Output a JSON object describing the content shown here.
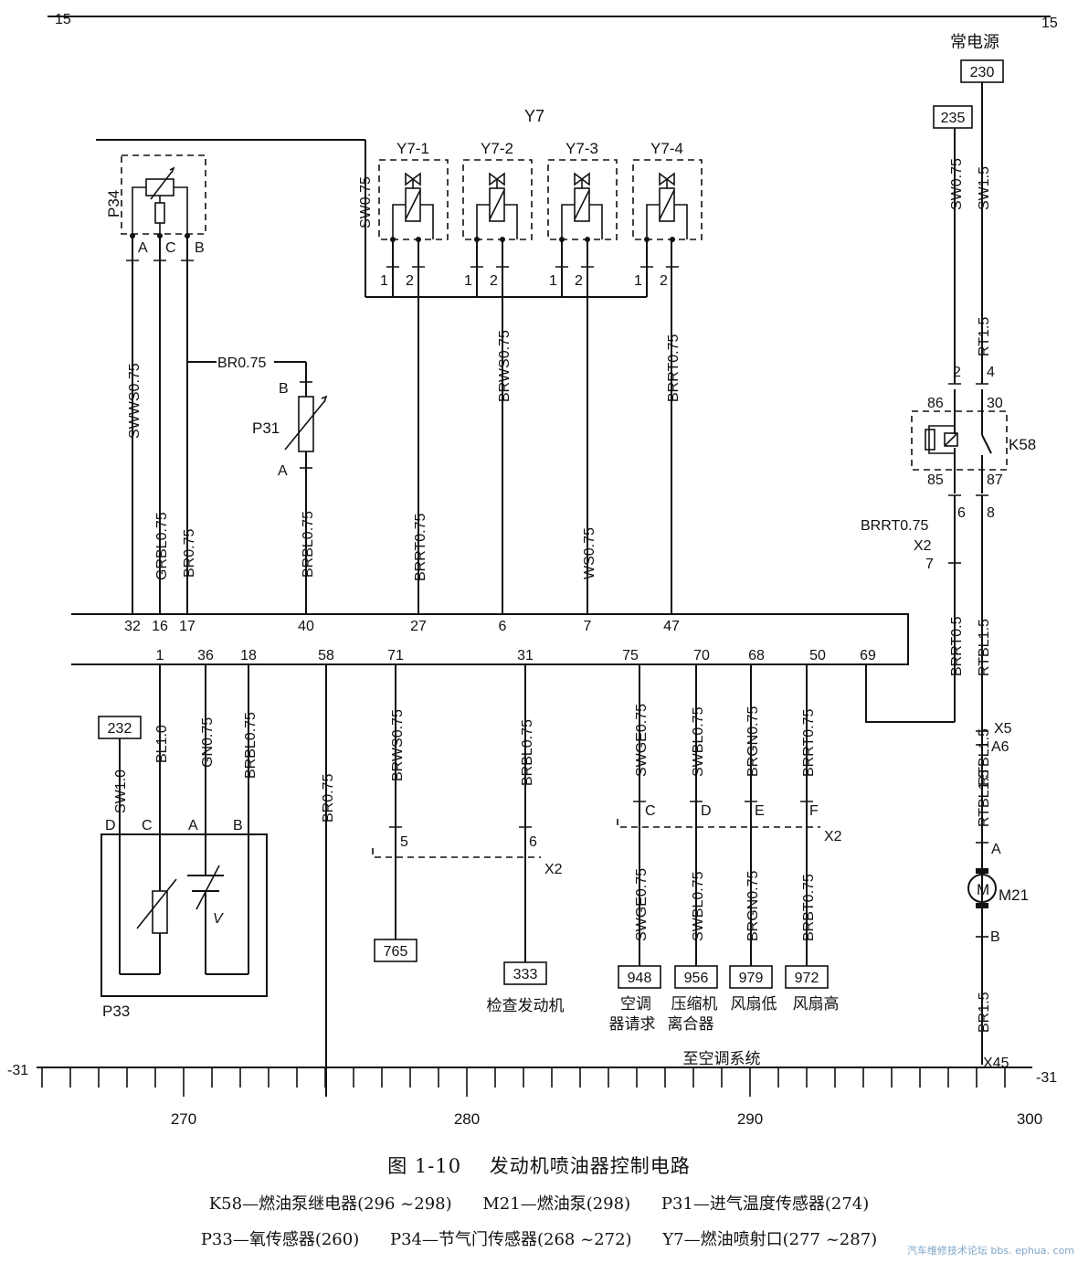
{
  "rails": {
    "top_left": "15",
    "top_right": "15",
    "bottom_left": "-31",
    "bottom_right": "-31"
  },
  "power": {
    "title": "常电源",
    "box_230": "230",
    "box_235": "235"
  },
  "injectors": {
    "group": "Y7",
    "items": [
      "Y7-1",
      "Y7-2",
      "Y7-3",
      "Y7-4"
    ],
    "pin1": "1",
    "pin2": "2"
  },
  "components": {
    "p34": "P34",
    "p31": "P31",
    "k58": "K58",
    "m21": "M21",
    "p33": "P33",
    "motor": "M"
  },
  "p34_pins": {
    "a": "A",
    "c": "C",
    "b": "B"
  },
  "p31_pins": {
    "b": "B",
    "a": "A"
  },
  "k58_pins": {
    "p86": "86",
    "p30": "30",
    "p85": "85",
    "p87": "87",
    "p2": "2",
    "p4": "4",
    "p6": "6",
    "p8": "8",
    "p7": "7"
  },
  "m21_pins": {
    "a": "A",
    "b": "B"
  },
  "p33_pins": {
    "d": "D",
    "c": "C",
    "a": "A",
    "b": "B",
    "v": "V"
  },
  "wires": {
    "sw075": "SW0.75",
    "swws075": "SWWS0.75",
    "br075_h": "BR0.75",
    "grbl075": "GRBL0.75",
    "br075": "BR0.75",
    "brbl075_p31": "BRBL0.75",
    "brrt075_a": "BRRT0.75",
    "brws075_a": "BRWS0.75",
    "ws075": "WS0.75",
    "brrt075_b": "BRRT0.75",
    "sw075_k": "SW0.75",
    "sw15": "SW1.5",
    "rt15": "RT1.5",
    "brrt075_k": "BRRT0.75",
    "brrt05": "BRRT0.5",
    "rtbl15_a": "RTBL1.5",
    "rtbl15_b": "RTBL1.5",
    "rtbl15_c": "RTBL1.5",
    "br15": "BR1.5",
    "sw10": "SW1.0",
    "bl10": "BL1.0",
    "gn075": "GN0.75",
    "brbl075_p33": "BRBL0.75",
    "br075_58": "BR0.75",
    "brws075_b": "BRWS0.75",
    "brbl075_31": "BRBL0.75",
    "swge075": "SWGE0.75",
    "swbl075": "SWBL0.75",
    "brgn075": "BRGN0.75",
    "brrt075_50": "BRRT0.75",
    "swge075_l": "SWGE0.75",
    "swbl075_l": "SWBL0.75",
    "brgn075_l": "BRGN0.75",
    "brbt075_l": "BRBT0.75"
  },
  "ecu_top_pins": [
    "32",
    "16",
    "17",
    "40",
    "27",
    "6",
    "7",
    "47"
  ],
  "ecu_bottom_pins": [
    "1",
    "36",
    "18",
    "58",
    "71",
    "31",
    "75",
    "70",
    "68",
    "50",
    "69"
  ],
  "connectors": {
    "x2": "X2",
    "x2_b": "X2",
    "x2_c": "X2",
    "x5": "X5",
    "a6": "A6",
    "x45": "X45"
  },
  "x2_pins": {
    "p5": "5",
    "p6": "6",
    "c": "C",
    "d": "D",
    "e": "E",
    "f": "F"
  },
  "boxes": {
    "b232": "232",
    "b765": "765",
    "b333": "333",
    "b948": "948",
    "b956": "956",
    "b979": "979",
    "b972": "972"
  },
  "box_labels": {
    "b333": "检查发动机",
    "b948_1": "空调",
    "b948_2": "器请求",
    "b956_1": "压缩机",
    "b956_2": "离合器",
    "b979": "风扇低",
    "b972": "风扇高",
    "ac_system": "至空调系统"
  },
  "scale": {
    "labels": [
      "270",
      "280",
      "290",
      "300"
    ]
  },
  "caption": {
    "number": "图 1-10",
    "title": "发动机喷油器控制电路"
  },
  "legend": [
    "K58—燃油泵继电器(296 ~298)",
    "M21—燃油泵(298)",
    "P31—进气温度传感器(274)",
    "P33—氧传感器(260)",
    "P34—节气门传感器(268 ~272)",
    "Y7—燃油喷射口(277 ~287)"
  ],
  "watermark": "汽车维修技术论坛 bbs. ephua. com"
}
